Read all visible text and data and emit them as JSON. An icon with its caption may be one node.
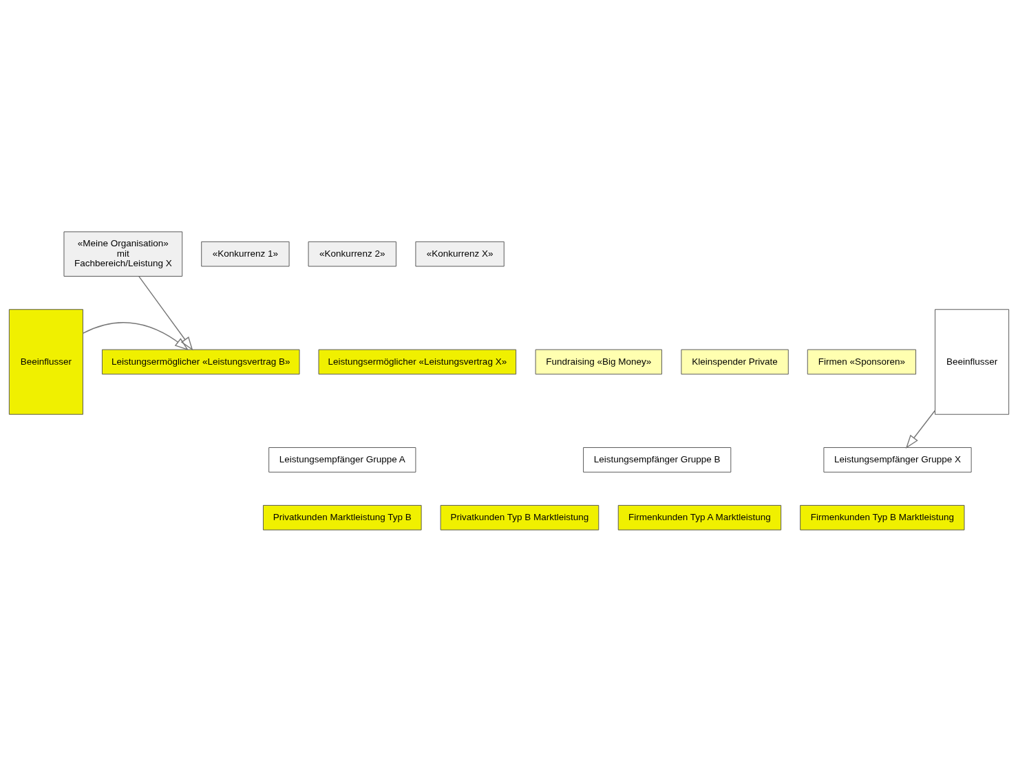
{
  "diagram": {
    "nodes": [
      {
        "text": [
          "«Meine Organisation»",
          "mit",
          "Fachbereich/Leistung X"
        ]
      },
      {
        "text": [
          "«Konkurrenz 1»"
        ]
      },
      {
        "text": [
          "«Konkurrenz 2»"
        ]
      },
      {
        "text": [
          "«Konkurrenz X»"
        ]
      },
      {
        "text": [
          "Beeinflusser"
        ]
      },
      {
        "text": [
          "Leistungsermöglicher «Leistungsvertrag B»"
        ]
      },
      {
        "text": [
          "Leistungsermöglicher «Leistungsvertrag X»"
        ]
      },
      {
        "text": [
          "Fundraising «Big Money»"
        ]
      },
      {
        "text": [
          "Kleinspender Private"
        ]
      },
      {
        "text": [
          "Firmen «Sponsoren»"
        ]
      },
      {
        "text": [
          "Beeinflusser"
        ]
      },
      {
        "text": [
          "Leistungsempfänger Gruppe A"
        ]
      },
      {
        "text": [
          "Leistungsempfänger Gruppe B"
        ]
      },
      {
        "text": [
          "Leistungsempfänger Gruppe X"
        ]
      },
      {
        "text": [
          "Privatkunden Marktleistung Typ B"
        ]
      },
      {
        "text": [
          "Privatkunden Typ B Marktleistung"
        ]
      },
      {
        "text": [
          "Firmenkunden Typ A Marktleistung"
        ]
      },
      {
        "text": [
          "Firmenkunden Typ B Marktleistung"
        ]
      }
    ],
    "edges": [
      {
        "from": 0,
        "to": 5,
        "arrow": "to"
      },
      {
        "from": 4,
        "to": 5,
        "arrow": "to"
      },
      {
        "from": 10,
        "to": 13,
        "arrow": "to"
      }
    ]
  }
}
